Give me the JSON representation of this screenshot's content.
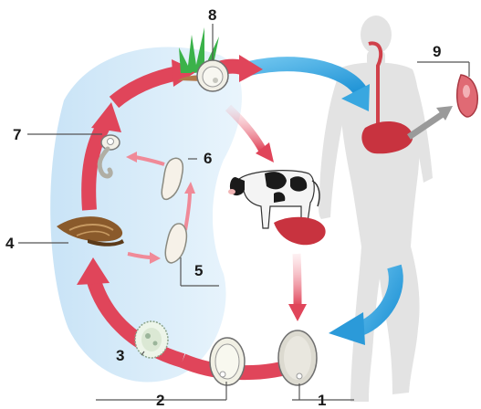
{
  "diagram": {
    "labels": {
      "egg_unembryonated": "1",
      "egg_embryonated": "2",
      "miracidium": "3",
      "snail": "4",
      "sporocyst": "5",
      "redia": "6",
      "cercaria": "7",
      "metacercaria": "8",
      "adult_fluke": "9"
    },
    "colors": {
      "cycle_arrow": "#e0455a",
      "human_arrow": "#39a7e0",
      "snail_zone": "#cfe8f8",
      "human_silhouette": "#e3e3e3",
      "liver": "#c8333f",
      "grass": "#3bb24a"
    },
    "icons": [
      "grass-icon",
      "snail-icon",
      "cow-icon",
      "liver-icon",
      "human-silhouette-icon",
      "egg-icon",
      "fluke-icon"
    ]
  }
}
